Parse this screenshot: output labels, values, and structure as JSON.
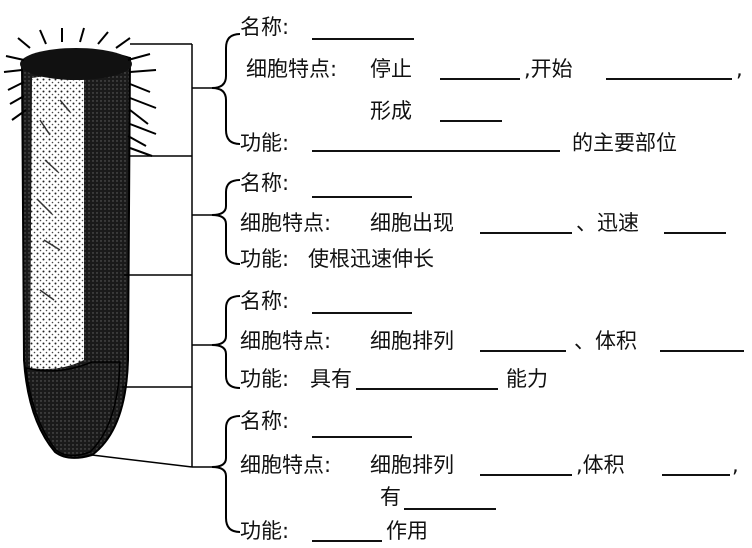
{
  "sections": [
    {
      "name_label": "名称:",
      "feature_label": "细胞特点:",
      "feature_parts": [
        "停止",
        ",开始",
        ","
      ],
      "feature_line2": "形成",
      "function_label": "功能:",
      "function_suffix": "的主要部位"
    },
    {
      "name_label": "名称:",
      "feature_label": "细胞特点:",
      "feature_parts": [
        "细胞出现",
        "、迅速"
      ],
      "function_label": "功能:",
      "function_text": "使根迅速伸长"
    },
    {
      "name_label": "名称:",
      "feature_label": "细胞特点:",
      "feature_parts": [
        "细胞排列",
        "、体积"
      ],
      "function_label": "功能:",
      "function_prefix": "具有",
      "function_suffix": "能力"
    },
    {
      "name_label": "名称:",
      "feature_label": "细胞特点:",
      "feature_parts": [
        "细胞排列",
        ",体积",
        ","
      ],
      "feature_line2": "有",
      "function_label": "功能:",
      "function_suffix": "作用"
    }
  ]
}
